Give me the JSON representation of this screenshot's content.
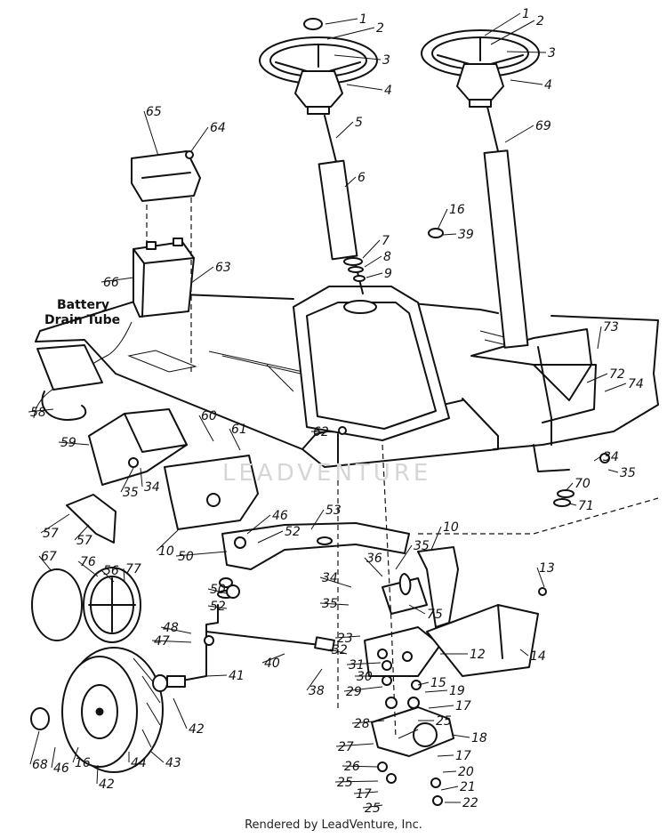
{
  "labels": {
    "battery_line1": "Battery",
    "battery_line2": "Drain Tube"
  },
  "part_numbers": [
    "1",
    "2",
    "3",
    "4",
    "1",
    "2",
    "3",
    "4",
    "5",
    "6",
    "69",
    "65",
    "64",
    "16",
    "39",
    "7",
    "8",
    "9",
    "66",
    "63",
    "73",
    "72",
    "74",
    "58",
    "62",
    "60",
    "61",
    "59",
    "35",
    "34",
    "34",
    "35",
    "70",
    "71",
    "57",
    "57",
    "10",
    "53",
    "46",
    "52",
    "50",
    "10",
    "35",
    "36",
    "67",
    "76",
    "56",
    "77",
    "34",
    "35",
    "75",
    "13",
    "50",
    "52",
    "48",
    "47",
    "23",
    "12",
    "14",
    "40",
    "31",
    "30",
    "29",
    "32",
    "38",
    "41",
    "15",
    "19",
    "17",
    "25",
    "42",
    "28",
    "18",
    "27",
    "17",
    "20",
    "26",
    "25",
    "21",
    "17",
    "22",
    "25",
    "68",
    "46",
    "16",
    "42",
    "44",
    "43"
  ],
  "watermark": "LEADVENTURE",
  "footer": "Rendered by LeadVenture, Inc."
}
